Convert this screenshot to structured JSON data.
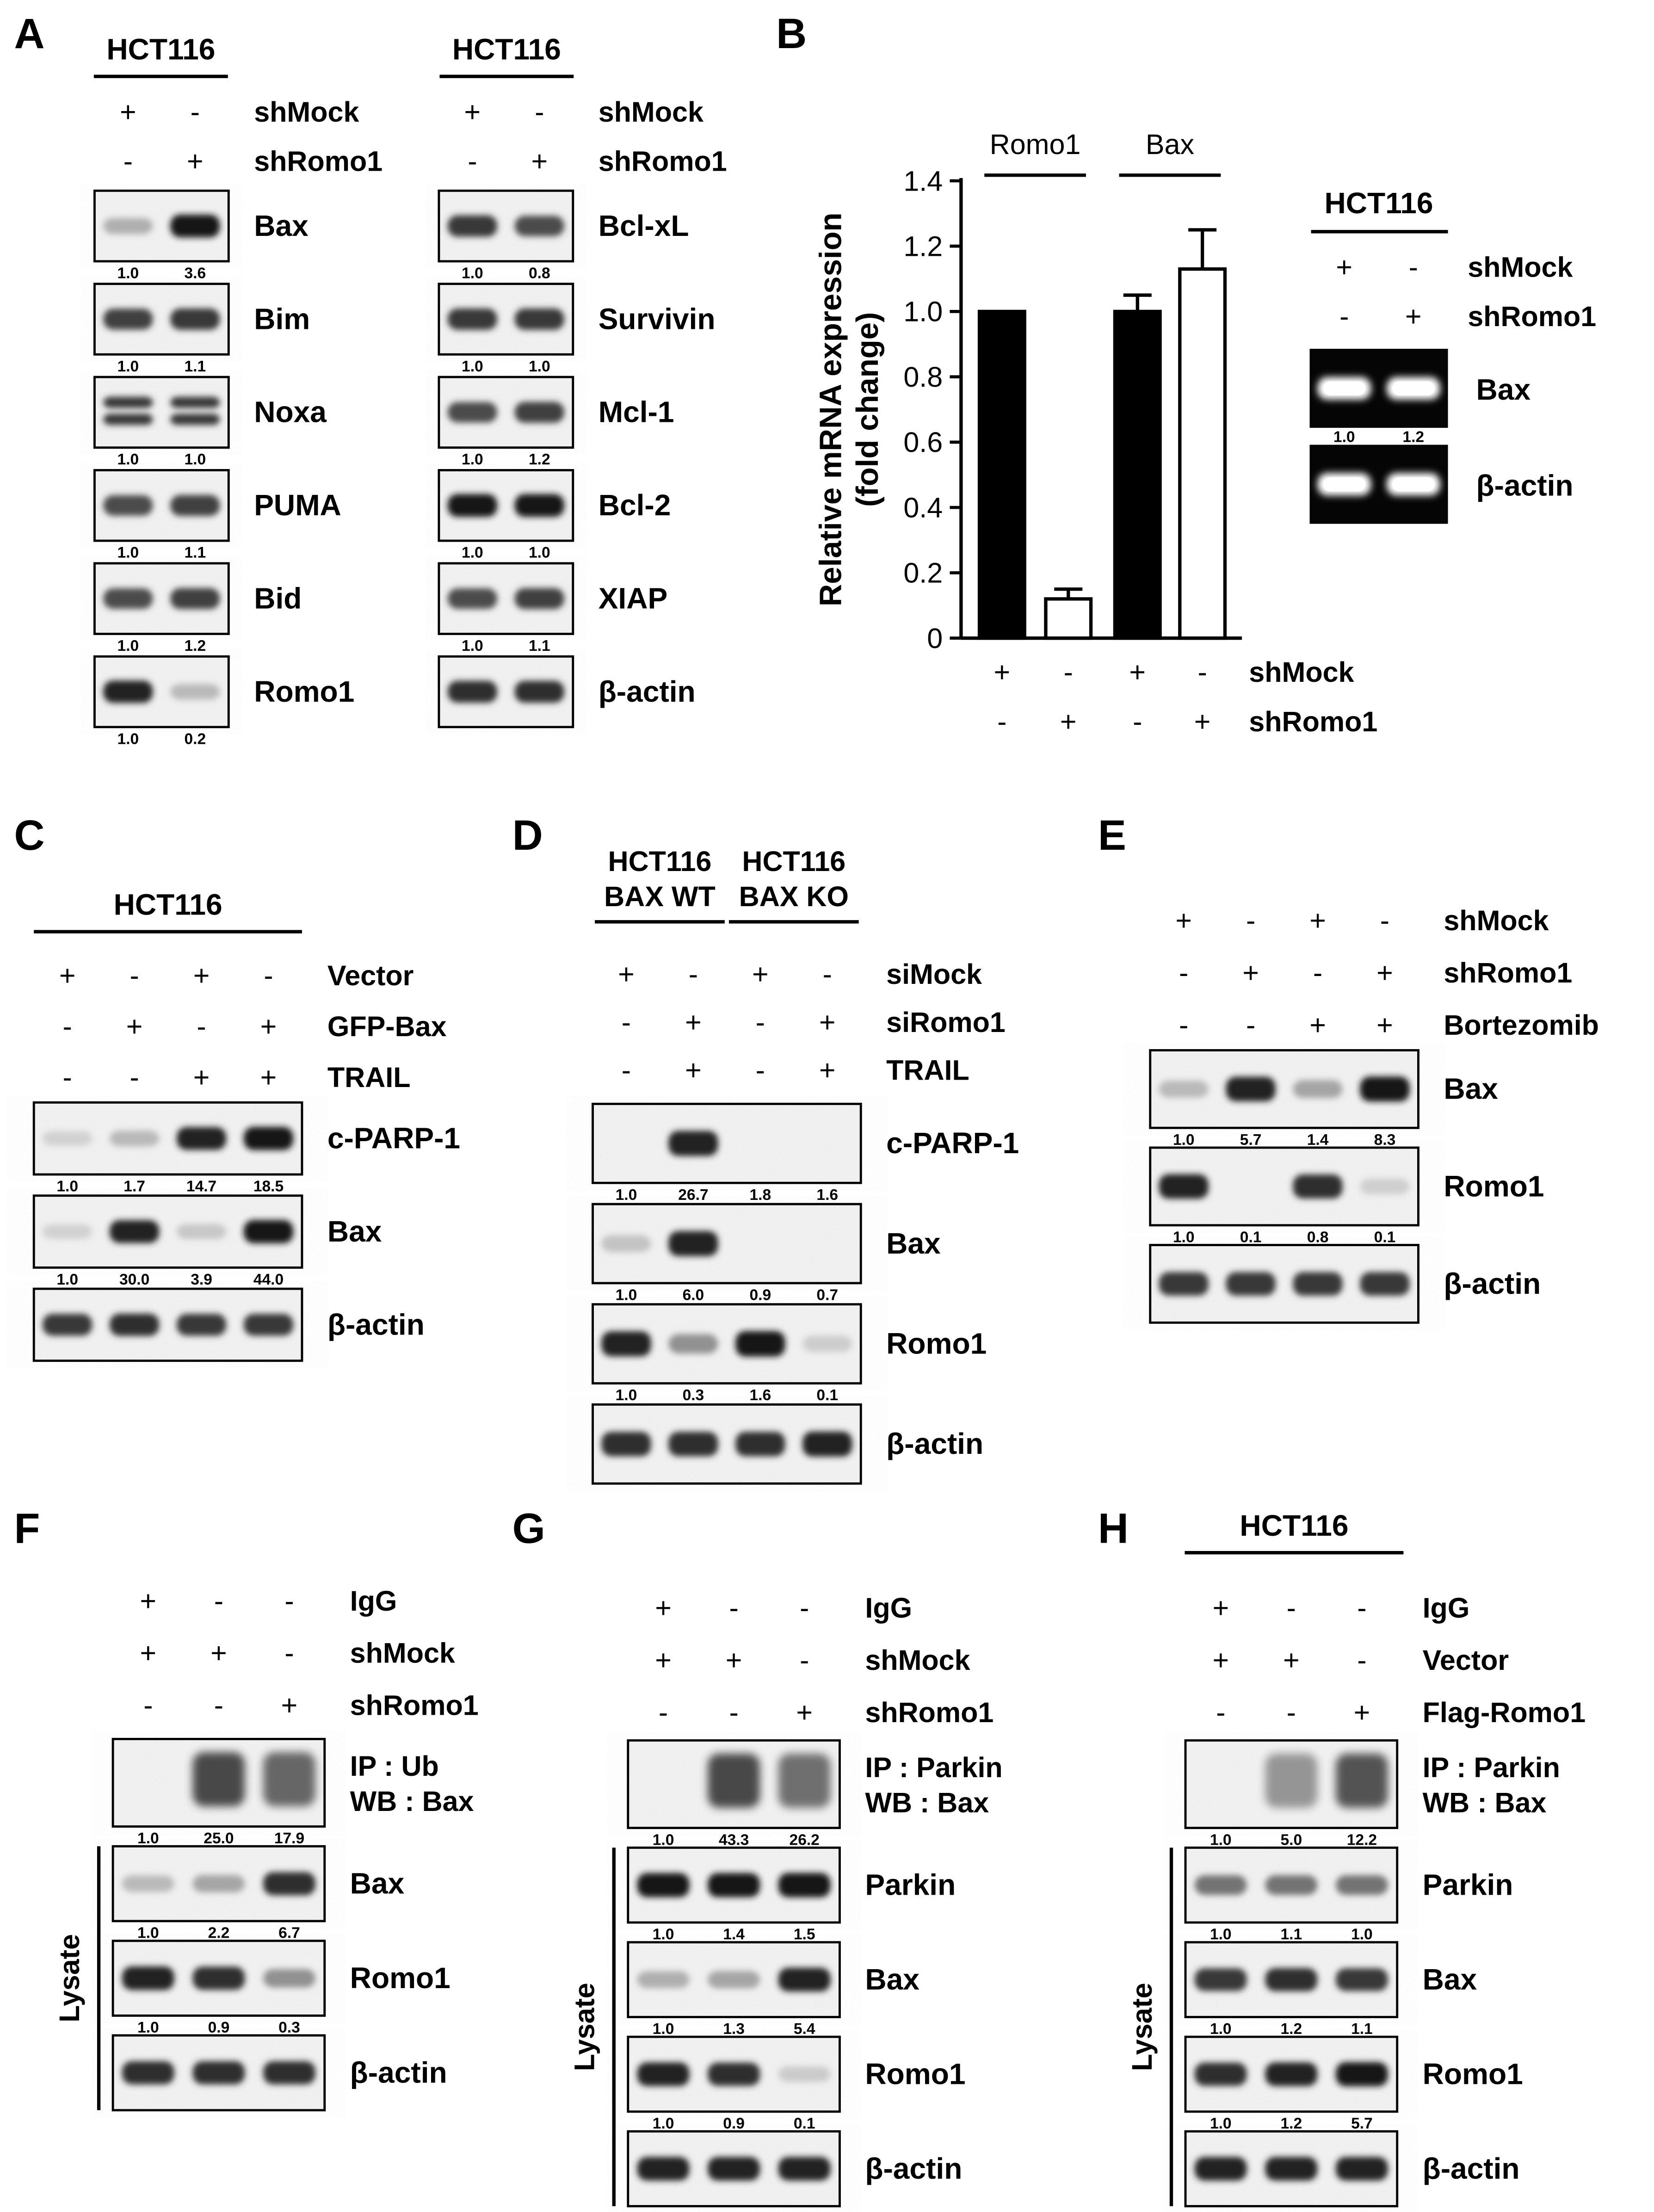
{
  "panels": [
    {
      "letter": "A",
      "title": "HCT116",
      "conditions": [
        {
          "label": "shMock",
          "signs": [
            "+",
            "-"
          ]
        },
        {
          "label": "shRomo1",
          "signs": [
            "-",
            "+"
          ]
        }
      ],
      "blots": [
        {
          "label": "Bax",
          "values": [
            "1.0",
            "3.6"
          ],
          "intensity": [
            0.2,
            0.95
          ]
        },
        {
          "label": "Bim",
          "values": [
            "1.0",
            "1.1"
          ],
          "intensity": [
            0.75,
            0.8
          ]
        },
        {
          "label": "Noxa",
          "values": [
            "1.0",
            "1.0"
          ],
          "intensity": [
            0.8,
            0.8
          ],
          "doublet": true
        },
        {
          "label": "PUMA",
          "values": [
            "1.0",
            "1.1"
          ],
          "intensity": [
            0.7,
            0.75
          ]
        },
        {
          "label": "Bid",
          "values": [
            "1.0",
            "1.2"
          ],
          "intensity": [
            0.7,
            0.75
          ]
        },
        {
          "label": "Romo1",
          "values": [
            "1.0",
            "0.2"
          ],
          "intensity": [
            0.9,
            0.15
          ]
        }
      ]
    },
    {
      "letter": "",
      "title": "HCT116",
      "conditions": [
        {
          "label": "shMock",
          "signs": [
            "+",
            "-"
          ]
        },
        {
          "label": "shRomo1",
          "signs": [
            "-",
            "+"
          ]
        }
      ],
      "blots": [
        {
          "label": "Bcl-xL",
          "values": [
            "1.0",
            "0.8"
          ],
          "intensity": [
            0.8,
            0.7
          ]
        },
        {
          "label": "Survivin",
          "values": [
            "1.0",
            "1.0"
          ],
          "intensity": [
            0.8,
            0.8
          ]
        },
        {
          "label": "Mcl-1",
          "values": [
            "1.0",
            "1.2"
          ],
          "intensity": [
            0.7,
            0.75
          ]
        },
        {
          "label": "Bcl-2",
          "values": [
            "1.0",
            "1.0"
          ],
          "intensity": [
            0.95,
            0.95
          ]
        },
        {
          "label": "XIAP",
          "values": [
            "1.0",
            "1.1"
          ],
          "intensity": [
            0.7,
            0.75
          ]
        },
        {
          "label": "β-actin",
          "values": [],
          "intensity": [
            0.85,
            0.85
          ]
        }
      ]
    },
    {
      "letter": "C",
      "title": "HCT116",
      "conditions": [
        {
          "label": "Vector",
          "signs": [
            "+",
            "-",
            "+",
            "-"
          ]
        },
        {
          "label": "GFP-Bax",
          "signs": [
            "-",
            "+",
            "-",
            "+"
          ]
        },
        {
          "label": "TRAIL",
          "signs": [
            "-",
            "-",
            "+",
            "+"
          ]
        }
      ],
      "blots": [
        {
          "label": "c-PARP-1",
          "values": [
            "1.0",
            "1.7",
            "14.7",
            "18.5"
          ],
          "intensity": [
            0.03,
            0.15,
            0.9,
            0.95
          ]
        },
        {
          "label": "Bax",
          "values": [
            "1.0",
            "30.0",
            "3.9",
            "44.0"
          ],
          "intensity": [
            0.03,
            0.9,
            0.08,
            0.95
          ]
        },
        {
          "label": "β-actin",
          "values": [],
          "intensity": [
            0.8,
            0.85,
            0.8,
            0.8
          ]
        }
      ]
    },
    {
      "letter": "D",
      "title": "",
      "groups": [
        [
          "HCT116",
          "BAX WT"
        ],
        [
          "HCT116",
          "BAX KO"
        ]
      ],
      "conditions": [
        {
          "label": "siMock",
          "signs": [
            "+",
            "-",
            "+",
            "-"
          ]
        },
        {
          "label": "siRomo1",
          "signs": [
            "-",
            "+",
            "-",
            "+"
          ]
        },
        {
          "label": "TRAIL",
          "signs": [
            "-",
            "+",
            "-",
            "+"
          ]
        }
      ],
      "blots": [
        {
          "label": "c-PARP-1",
          "values": [
            "1.0",
            "26.7",
            "1.8",
            "1.6"
          ],
          "intensity": [
            0.0,
            0.9,
            0.0,
            0.0
          ]
        },
        {
          "label": "Bax",
          "values": [
            "1.0",
            "6.0",
            "0.9",
            "0.7"
          ],
          "intensity": [
            0.1,
            0.9,
            0.0,
            0.0
          ]
        },
        {
          "label": "Romo1",
          "values": [
            "1.0",
            "0.3",
            "1.6",
            "0.1"
          ],
          "intensity": [
            0.9,
            0.35,
            0.95,
            0.05
          ]
        },
        {
          "label": "β-actin",
          "values": [],
          "intensity": [
            0.85,
            0.85,
            0.85,
            0.9
          ]
        }
      ]
    },
    {
      "letter": "E",
      "title": "",
      "conditions": [
        {
          "label": "shMock",
          "signs": [
            "+",
            "-",
            "+",
            "-"
          ]
        },
        {
          "label": "shRomo1",
          "signs": [
            "-",
            "+",
            "-",
            "+"
          ]
        },
        {
          "label": "Bortezomib",
          "signs": [
            "-",
            "-",
            "+",
            "+"
          ]
        }
      ],
      "blots": [
        {
          "label": "Bax",
          "values": [
            "1.0",
            "5.7",
            "1.4",
            "8.3"
          ],
          "intensity": [
            0.15,
            0.9,
            0.25,
            0.95
          ]
        },
        {
          "label": "Romo1",
          "values": [
            "1.0",
            "0.1",
            "0.8",
            "0.1"
          ],
          "intensity": [
            0.9,
            0.0,
            0.85,
            0.04
          ]
        },
        {
          "label": "β-actin",
          "values": [],
          "intensity": [
            0.8,
            0.8,
            0.8,
            0.8
          ]
        }
      ]
    },
    {
      "letter": "F",
      "title": "",
      "side": "Lysate",
      "conditions": [
        {
          "label": "IgG",
          "signs": [
            "+",
            "-",
            "-"
          ]
        },
        {
          "label": "shMock",
          "signs": [
            "+",
            "+",
            "-"
          ]
        },
        {
          "label": "shRomo1",
          "signs": [
            "-",
            "-",
            "+"
          ]
        }
      ],
      "blots": [
        {
          "label": "IP : Ub",
          "label2": "WB : Bax",
          "values": [
            "1.0",
            "25.0",
            "17.9"
          ],
          "intensity": [
            0.0,
            0.75,
            0.6
          ],
          "smear": true
        },
        {
          "label": "Bax",
          "values": [
            "1.0",
            "2.2",
            "6.7"
          ],
          "intensity": [
            0.15,
            0.25,
            0.85
          ]
        },
        {
          "label": "Romo1",
          "values": [
            "1.0",
            "0.9",
            "0.3"
          ],
          "intensity": [
            0.9,
            0.85,
            0.35
          ]
        },
        {
          "label": "β-actin",
          "values": [],
          "intensity": [
            0.85,
            0.85,
            0.85
          ]
        }
      ]
    },
    {
      "letter": "G",
      "title": "",
      "side": "Lysate",
      "conditions": [
        {
          "label": "IgG",
          "signs": [
            "+",
            "-",
            "-"
          ]
        },
        {
          "label": "shMock",
          "signs": [
            "+",
            "+",
            "-"
          ]
        },
        {
          "label": "shRomo1",
          "signs": [
            "-",
            "-",
            "+"
          ]
        }
      ],
      "blots": [
        {
          "label": "IP : Parkin",
          "label2": "WB : Bax",
          "values": [
            "1.0",
            "43.3",
            "26.2"
          ],
          "intensity": [
            0.0,
            0.75,
            0.55
          ],
          "smear": true
        },
        {
          "label": "Parkin",
          "values": [
            "1.0",
            "1.4",
            "1.5"
          ],
          "intensity": [
            0.95,
            0.95,
            0.97
          ]
        },
        {
          "label": "Bax",
          "values": [
            "1.0",
            "1.3",
            "5.4"
          ],
          "intensity": [
            0.2,
            0.25,
            0.9
          ]
        },
        {
          "label": "Romo1",
          "values": [
            "1.0",
            "0.9",
            "0.1"
          ],
          "intensity": [
            0.9,
            0.85,
            0.06
          ]
        },
        {
          "label": "β-actin",
          "values": [],
          "intensity": [
            0.9,
            0.9,
            0.9
          ]
        }
      ]
    },
    {
      "letter": "H",
      "title": "HCT116",
      "side": "Lysate",
      "conditions": [
        {
          "label": "IgG",
          "signs": [
            "+",
            "-",
            "-"
          ]
        },
        {
          "label": "Vector",
          "signs": [
            "+",
            "+",
            "-"
          ]
        },
        {
          "label": "Flag-Romo1",
          "signs": [
            "-",
            "-",
            "+"
          ]
        }
      ],
      "blots": [
        {
          "label": "IP : Parkin",
          "label2": "WB : Bax",
          "values": [
            "1.0",
            "5.0",
            "12.2"
          ],
          "intensity": [
            0.0,
            0.35,
            0.7
          ],
          "smear": true
        },
        {
          "label": "Parkin",
          "values": [
            "1.0",
            "1.1",
            "1.0"
          ],
          "intensity": [
            0.5,
            0.5,
            0.5
          ]
        },
        {
          "label": "Bax",
          "values": [
            "1.0",
            "1.2",
            "1.1"
          ],
          "intensity": [
            0.8,
            0.85,
            0.8
          ]
        },
        {
          "label": "Romo1",
          "values": [
            "1.0",
            "1.2",
            "5.7"
          ],
          "intensity": [
            0.85,
            0.9,
            0.95
          ]
        },
        {
          "label": "β-actin",
          "values": [],
          "intensity": [
            0.9,
            0.9,
            0.9
          ]
        }
      ]
    }
  ],
  "panelB": {
    "letter": "B",
    "chart_data": {
      "type": "bar",
      "ylabel": "Relative mRNA expression (fold change)",
      "ylim": [
        0,
        1.4
      ],
      "yticks": [
        "0",
        "0.2",
        "0.4",
        "0.6",
        "0.8",
        "1.0",
        "1.2",
        "1.4"
      ],
      "groups": [
        "Romo1",
        "Bax"
      ],
      "conditions": [
        {
          "label": "shMock",
          "signs": [
            "+",
            "-",
            "+",
            "-"
          ]
        },
        {
          "label": "shRomo1",
          "signs": [
            "-",
            "+",
            "-",
            "+"
          ]
        }
      ],
      "values": [
        1.0,
        0.12,
        1.0,
        1.13
      ],
      "errors": [
        0.0,
        0.03,
        0.05,
        0.12
      ],
      "fills": [
        "#000000",
        "#ffffff",
        "#000000",
        "#ffffff"
      ]
    },
    "gel": {
      "title": "HCT116",
      "conditions": [
        {
          "label": "shMock",
          "signs": [
            "+",
            "-"
          ]
        },
        {
          "label": "shRomo1",
          "signs": [
            "-",
            "+"
          ]
        }
      ],
      "bands": [
        {
          "label": "Bax",
          "values": [
            "1.0",
            "1.2"
          ]
        },
        {
          "label": "β-actin",
          "values": []
        }
      ]
    }
  }
}
